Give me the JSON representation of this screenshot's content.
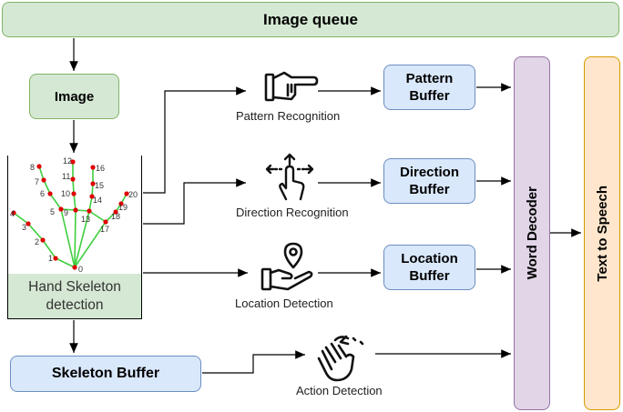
{
  "header": {
    "title": "Image queue"
  },
  "image_box": {
    "label": "Image"
  },
  "skeleton": {
    "caption": "Hand Skeleton detection",
    "keypoints": [
      "0",
      "1",
      "2",
      "3",
      "4",
      "5",
      "6",
      "7",
      "8",
      "9",
      "10",
      "11",
      "12",
      "13",
      "14",
      "15",
      "16",
      "17",
      "18",
      "19",
      "20"
    ]
  },
  "skeleton_buffer": {
    "label": "Skeleton Buffer"
  },
  "recognition": {
    "pattern": "Pattern Recognition",
    "direction": "Direction Recognition",
    "location": "Location Detection",
    "action": "Action Detection"
  },
  "buffers": {
    "pattern": "Pattern Buffer",
    "direction": "Direction Buffer",
    "location": "Location Buffer"
  },
  "decoder": {
    "label": "Word Decoder"
  },
  "tts": {
    "label": "Text to Speech"
  },
  "icons": {
    "pattern": "pointing-hand-icon",
    "direction": "swipe-gesture-icon",
    "location": "location-pin-hand-icon",
    "action": "wave-hand-icon"
  },
  "colors": {
    "green_fill": "#d5e8d4",
    "green_border": "#82b366",
    "blue_fill": "#dae8fc",
    "blue_border": "#6c8ebf",
    "purple_fill": "#e1d5e7",
    "purple_border": "#9673a6",
    "orange_fill": "#ffe6cc",
    "orange_border": "#d79b00",
    "skeleton_line": "#3ecf3e",
    "skeleton_point": "#e00000"
  }
}
